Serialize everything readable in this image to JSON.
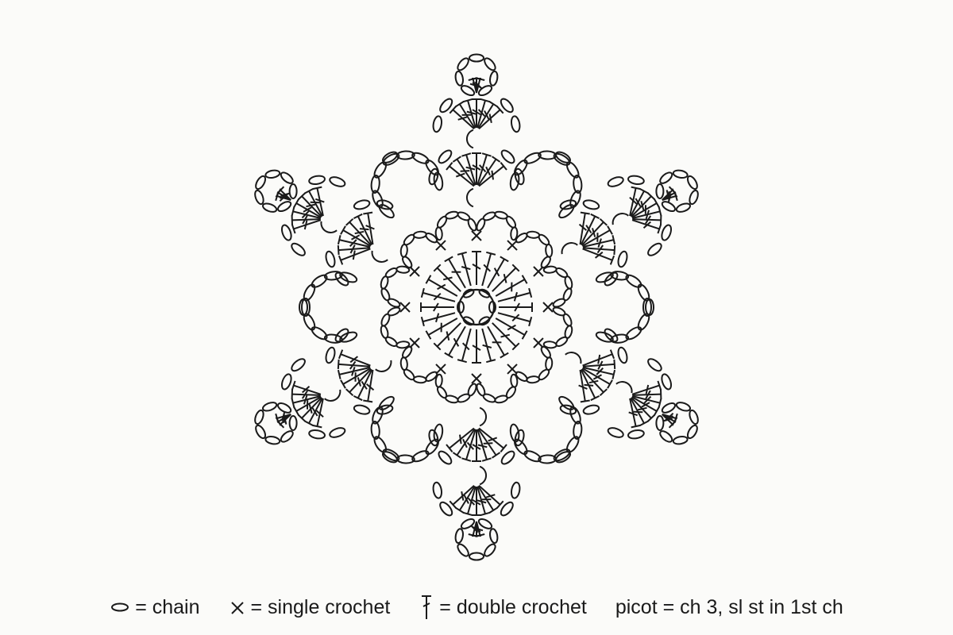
{
  "legend": {
    "chain": "= chain",
    "single_crochet": "= single crochet",
    "double_crochet": "= double crochet",
    "picot": "picot = ch 3, sl st in 1st ch"
  },
  "colors": {
    "stroke": "#1a1a1a",
    "background": "#fbfbf9"
  },
  "icons": {
    "chain": "chain-oval-icon",
    "single_crochet": "x-cross-icon",
    "double_crochet": "double-crochet-icon"
  }
}
